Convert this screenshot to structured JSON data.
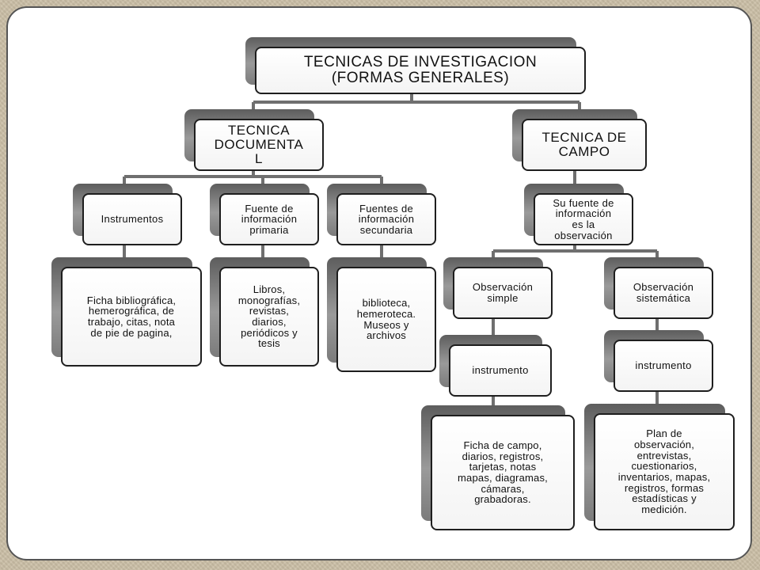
{
  "diagram": {
    "nodes": {
      "root": "TECNICAS DE INVESTIGACION\n(FORMAS GENERALES)",
      "tec_doc": "TECNICA\nDOCUMENTA\nL",
      "tec_campo": "TECNICA DE\nCAMPO",
      "instrumentos": "Instrumentos",
      "fuente_primaria": "Fuente de\ninformación\nprimaria",
      "fuentes_secundaria": "Fuentes de\ninformación\nsecundaria",
      "su_fuente": "Su fuente de\ninformación\nes la\nobservación",
      "ficha": "Ficha bibliográfica,\nhemerográfica, de\ntrabajo, citas, nota\nde pie de pagina,",
      "libros": "Libros,\nmonografías,\nrevistas,\ndiarios,\nperiódicos y\ntesis",
      "biblioteca": "biblioteca,\nhemeroteca.\nMuseos y\narchivos",
      "obs_simple": "Observación\nsimple",
      "obs_sistematica": "Observación\nsistemática",
      "instrumento_simple": "instrumento",
      "instrumento_sistematica": "instrumento",
      "ficha_campo": "Ficha de campo,\ndiarios, registros,\ntarjetas, notas\nmapas, diagramas,\ncámaras,\ngrabadoras.",
      "plan": "Plan de\nobservación,\nentrevistas,\ncuestionarios,\ninventarios, mapas,\nregistros, formas\nestadísticas y\nmedición."
    }
  }
}
